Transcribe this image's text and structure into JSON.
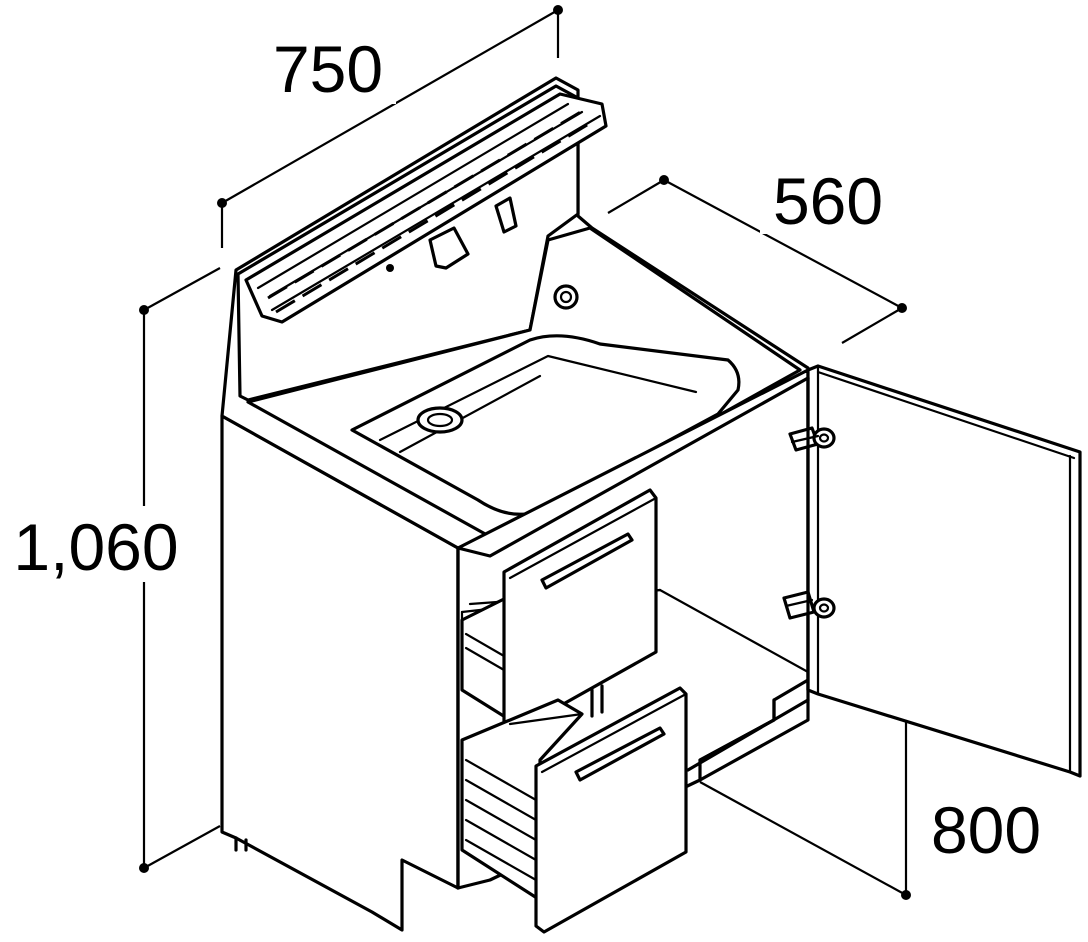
{
  "diagram": {
    "dimensions": {
      "width": "750",
      "depth": "560",
      "total_height": "1,060",
      "counter_height": "800"
    },
    "colors": {
      "line": "#000000",
      "background": "#ffffff"
    }
  }
}
